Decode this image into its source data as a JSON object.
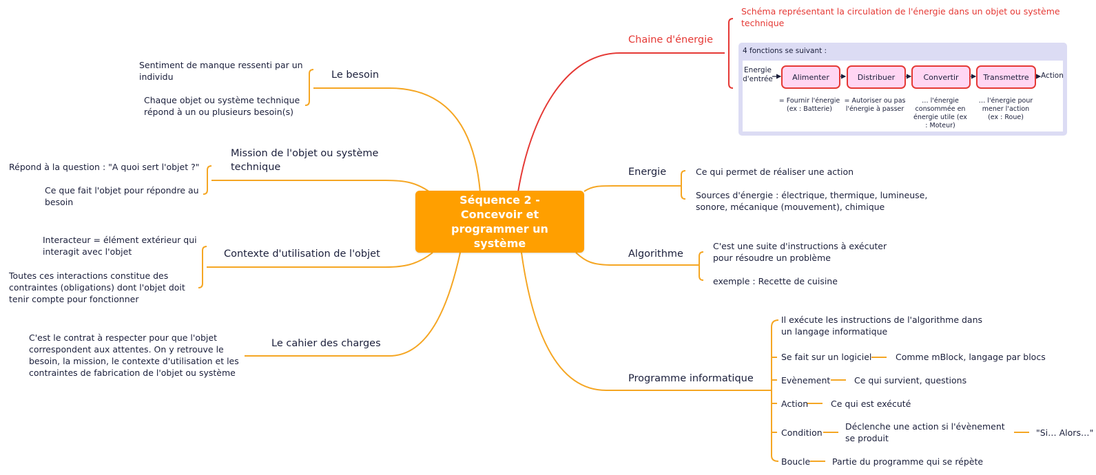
{
  "center": "Séquence 2 - Concevoir et programmer un système",
  "left": {
    "besoin": {
      "title": "Le besoin",
      "items": [
        "Sentiment de manque ressenti par un individu",
        "Chaque objet ou système technique répond à un ou plusieurs besoin(s)"
      ]
    },
    "mission": {
      "title": "Mission de l'objet ou système technique",
      "items": [
        "Répond à la question : \"A quoi sert l'objet ?\"",
        "Ce que fait l'objet pour répondre au besoin"
      ]
    },
    "contexte": {
      "title": "Contexte d'utilisation de l'objet",
      "items": [
        "Interacteur = élément extérieur qui interagit avec l'objet",
        "Toutes ces interactions constitue des contraintes (obligations) dont l'objet doit tenir compte pour fonctionner"
      ]
    },
    "cahier": {
      "title": "Le cahier des charges",
      "items": [
        "C'est le contrat à respecter pour que l'objet correspondent aux attentes. On y retrouve le besoin, la mission, le contexte d'utilisation et les contraintes de fabrication de l'objet ou système"
      ]
    }
  },
  "right": {
    "chaine": {
      "title": "Chaine d'énergie",
      "description": "Schéma représentant la circulation de l'énergie dans un objet ou système technique",
      "diagram": {
        "heading": "4 fonctions se suivant :",
        "input": "Energie d'entrée",
        "output": "Action",
        "functions": [
          "Alimenter",
          "Distribuer",
          "Convertir",
          "Transmettre"
        ],
        "descriptions": [
          "= Fournir l'énergie (ex : Batterie)",
          "= Autoriser ou pas l'énergie à passer",
          "… l'énergie consommée en énergie utile (ex : Moteur)",
          "… l'énergie pour mener l'action (ex : Roue)"
        ]
      }
    },
    "energie": {
      "title": "Energie",
      "items": [
        "Ce qui permet de réaliser une action",
        "Sources d'énergie : électrique, thermique, lumineuse, sonore, mécanique (mouvement), chimique"
      ]
    },
    "algorithme": {
      "title": "Algorithme",
      "items": [
        "C'est une suite d'instructions à exécuter pour résoudre un problème",
        "exemple : Recette de cuisine"
      ]
    },
    "programme": {
      "title": "Programme informatique",
      "intro": "Il exécute les instructions de l'algorithme dans un langage informatique",
      "logiciel": {
        "label": "Se fait sur un logiciel",
        "detail": "Comme mBlock, langage par blocs"
      },
      "evenement": {
        "label": "Evènement",
        "detail": "Ce qui survient, questions"
      },
      "action": {
        "label": "Action",
        "detail": "Ce qui est exécuté"
      },
      "condition": {
        "label": "Condition",
        "detail": "Déclenche une action si l'évènement se produit",
        "extra": "\"Si… Alors…\""
      },
      "boucle": {
        "label": "Boucle",
        "detail": "Partie du programme qui se répète"
      }
    }
  },
  "colors": {
    "branch": "#f5a623",
    "red": "#e53935",
    "center_fill": "#ff9f00",
    "box_bg": "#dcdcf4",
    "function_fill": "#ffd6f3"
  }
}
